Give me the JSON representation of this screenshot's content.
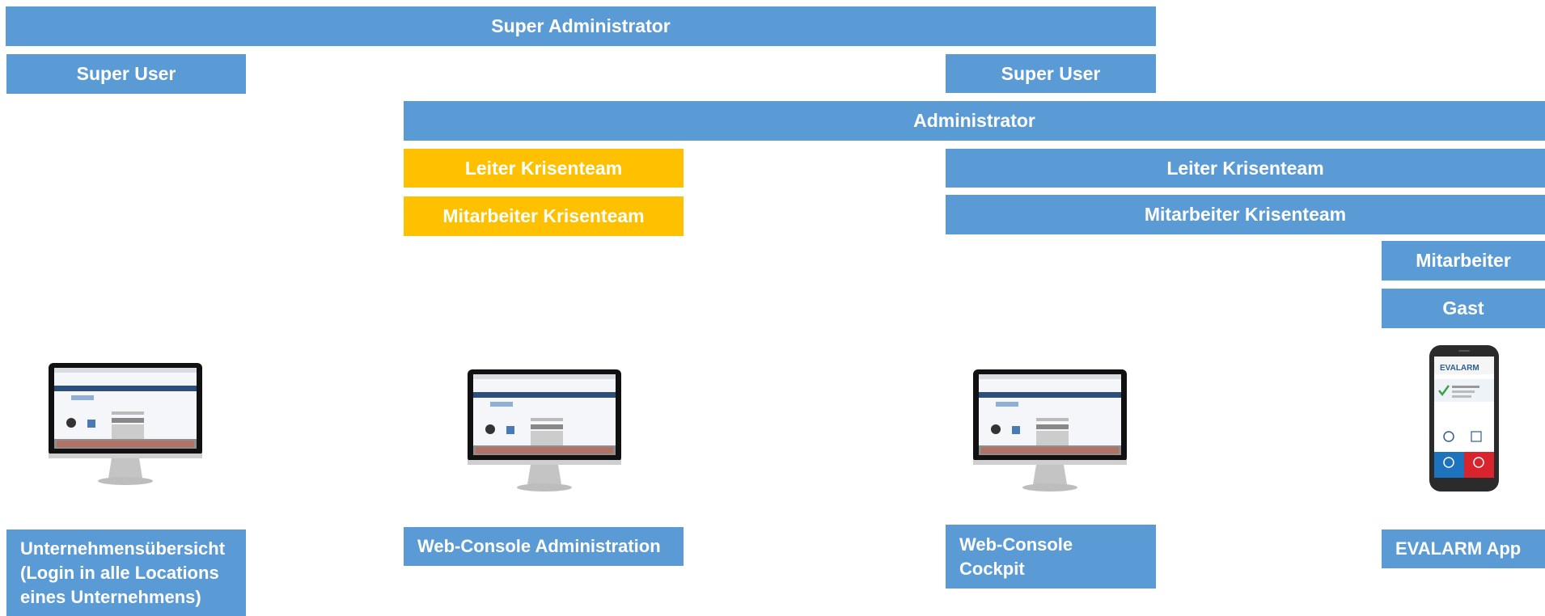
{
  "colors": {
    "blue": "#5b9bd5",
    "yellow": "#ffc000",
    "text": "#ffffff"
  },
  "roles": {
    "super_admin": "Super Administrator",
    "super_user_left": "Super User",
    "super_user_right": "Super User",
    "administrator": "Administrator",
    "leiter_left": "Leiter Krisenteam",
    "mitarbeiter_krisenteam_left": "Mitarbeiter Krisenteam",
    "leiter_right": "Leiter Krisenteam",
    "mitarbeiter_krisenteam_right": "Mitarbeiter Krisenteam",
    "mitarbeiter": "Mitarbeiter",
    "gast": "Gast"
  },
  "products": {
    "overview": [
      "Unternehmensübersicht",
      "(Login in alle Locations",
      "eines Unternehmens)"
    ],
    "admin": "Web-Console Administration",
    "cockpit": [
      "Web-Console",
      "Cockpit"
    ],
    "app": "EVALARM App"
  },
  "devices": {
    "monitor_icon": "desktop-monitor-icon",
    "phone_icon": "smartphone-icon",
    "logo_text": "EVALARM"
  }
}
